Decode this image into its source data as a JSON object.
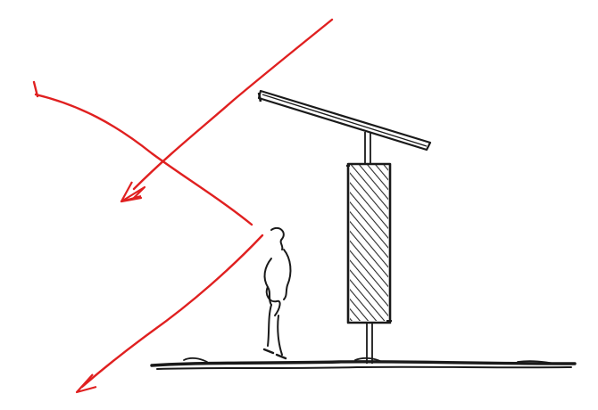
{
  "title": "",
  "drawing": {
    "elements": [
      "incoming-sun-ray",
      "reflected-ray",
      "sun-ray-left",
      "person-silhouette",
      "tilted-roof-panel",
      "support-post",
      "hatched-panel",
      "ground-line"
    ],
    "colors": {
      "ink": "#1a1a1a",
      "red": "#e02020",
      "hatch": "#2a2a2a",
      "paper": "#ffffff"
    }
  }
}
